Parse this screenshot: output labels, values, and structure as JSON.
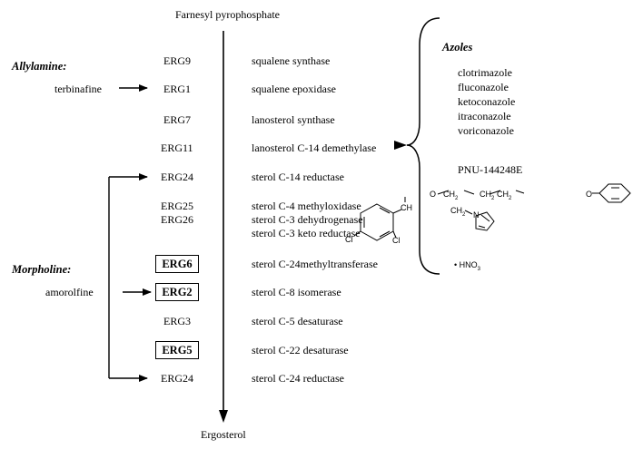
{
  "top_label": "Farnesyl pyrophosphate",
  "bottom_label": "Ergosterol",
  "steps": [
    {
      "gene": "ERG9",
      "enzyme": "squalene synthase",
      "boxed": false
    },
    {
      "gene": "ERG1",
      "enzyme": "squalene epoxidase",
      "boxed": false
    },
    {
      "gene": "ERG7",
      "enzyme": "lanosterol synthase",
      "boxed": false
    },
    {
      "gene": "ERG11",
      "enzyme": "lanosterol C-14 demethylase",
      "boxed": false
    },
    {
      "gene": "ERG24",
      "enzyme": "sterol C-14 reductase",
      "boxed": false
    },
    {
      "gene": "ERG25",
      "enzyme": "sterol C-4 methyloxidase",
      "boxed": false
    },
    {
      "gene": "ERG26",
      "enzyme": "sterol C-3 dehydrogenase",
      "boxed": false
    },
    {
      "gene": "",
      "enzyme": "sterol C-3 keto reductase",
      "boxed": false
    },
    {
      "gene": "ERG6",
      "enzyme": "sterol C-24methyltransferase",
      "boxed": true
    },
    {
      "gene": "ERG2",
      "enzyme": "sterol C-8 isomerase",
      "boxed": true
    },
    {
      "gene": "ERG3",
      "enzyme": "sterol C-5 desaturase",
      "boxed": false
    },
    {
      "gene": "ERG5",
      "enzyme": "sterol C-22 desaturase",
      "boxed": true
    },
    {
      "gene": "ERG24",
      "enzyme": "sterol C-24 reductase",
      "boxed": false
    }
  ],
  "allylamine": {
    "class_label": "Allylamine:",
    "drug": "terbinafine"
  },
  "morpholine": {
    "class_label": "Morpholine:",
    "drug": "amorolfine"
  },
  "azoles": {
    "title": "Azoles",
    "drugs": [
      "clotrimazole",
      "fluconazole",
      "ketoconazole",
      "itraconazole",
      "voriconazole"
    ],
    "compound": "PNU-144248E",
    "salt": "HNO",
    "salt_subscript": "3",
    "bullet": "•",
    "atoms": {
      "cl_left": "Cl",
      "cl_right": "Cl",
      "oxygen_1": "O",
      "oxygen_2": "O",
      "nitrogen": "N"
    }
  }
}
